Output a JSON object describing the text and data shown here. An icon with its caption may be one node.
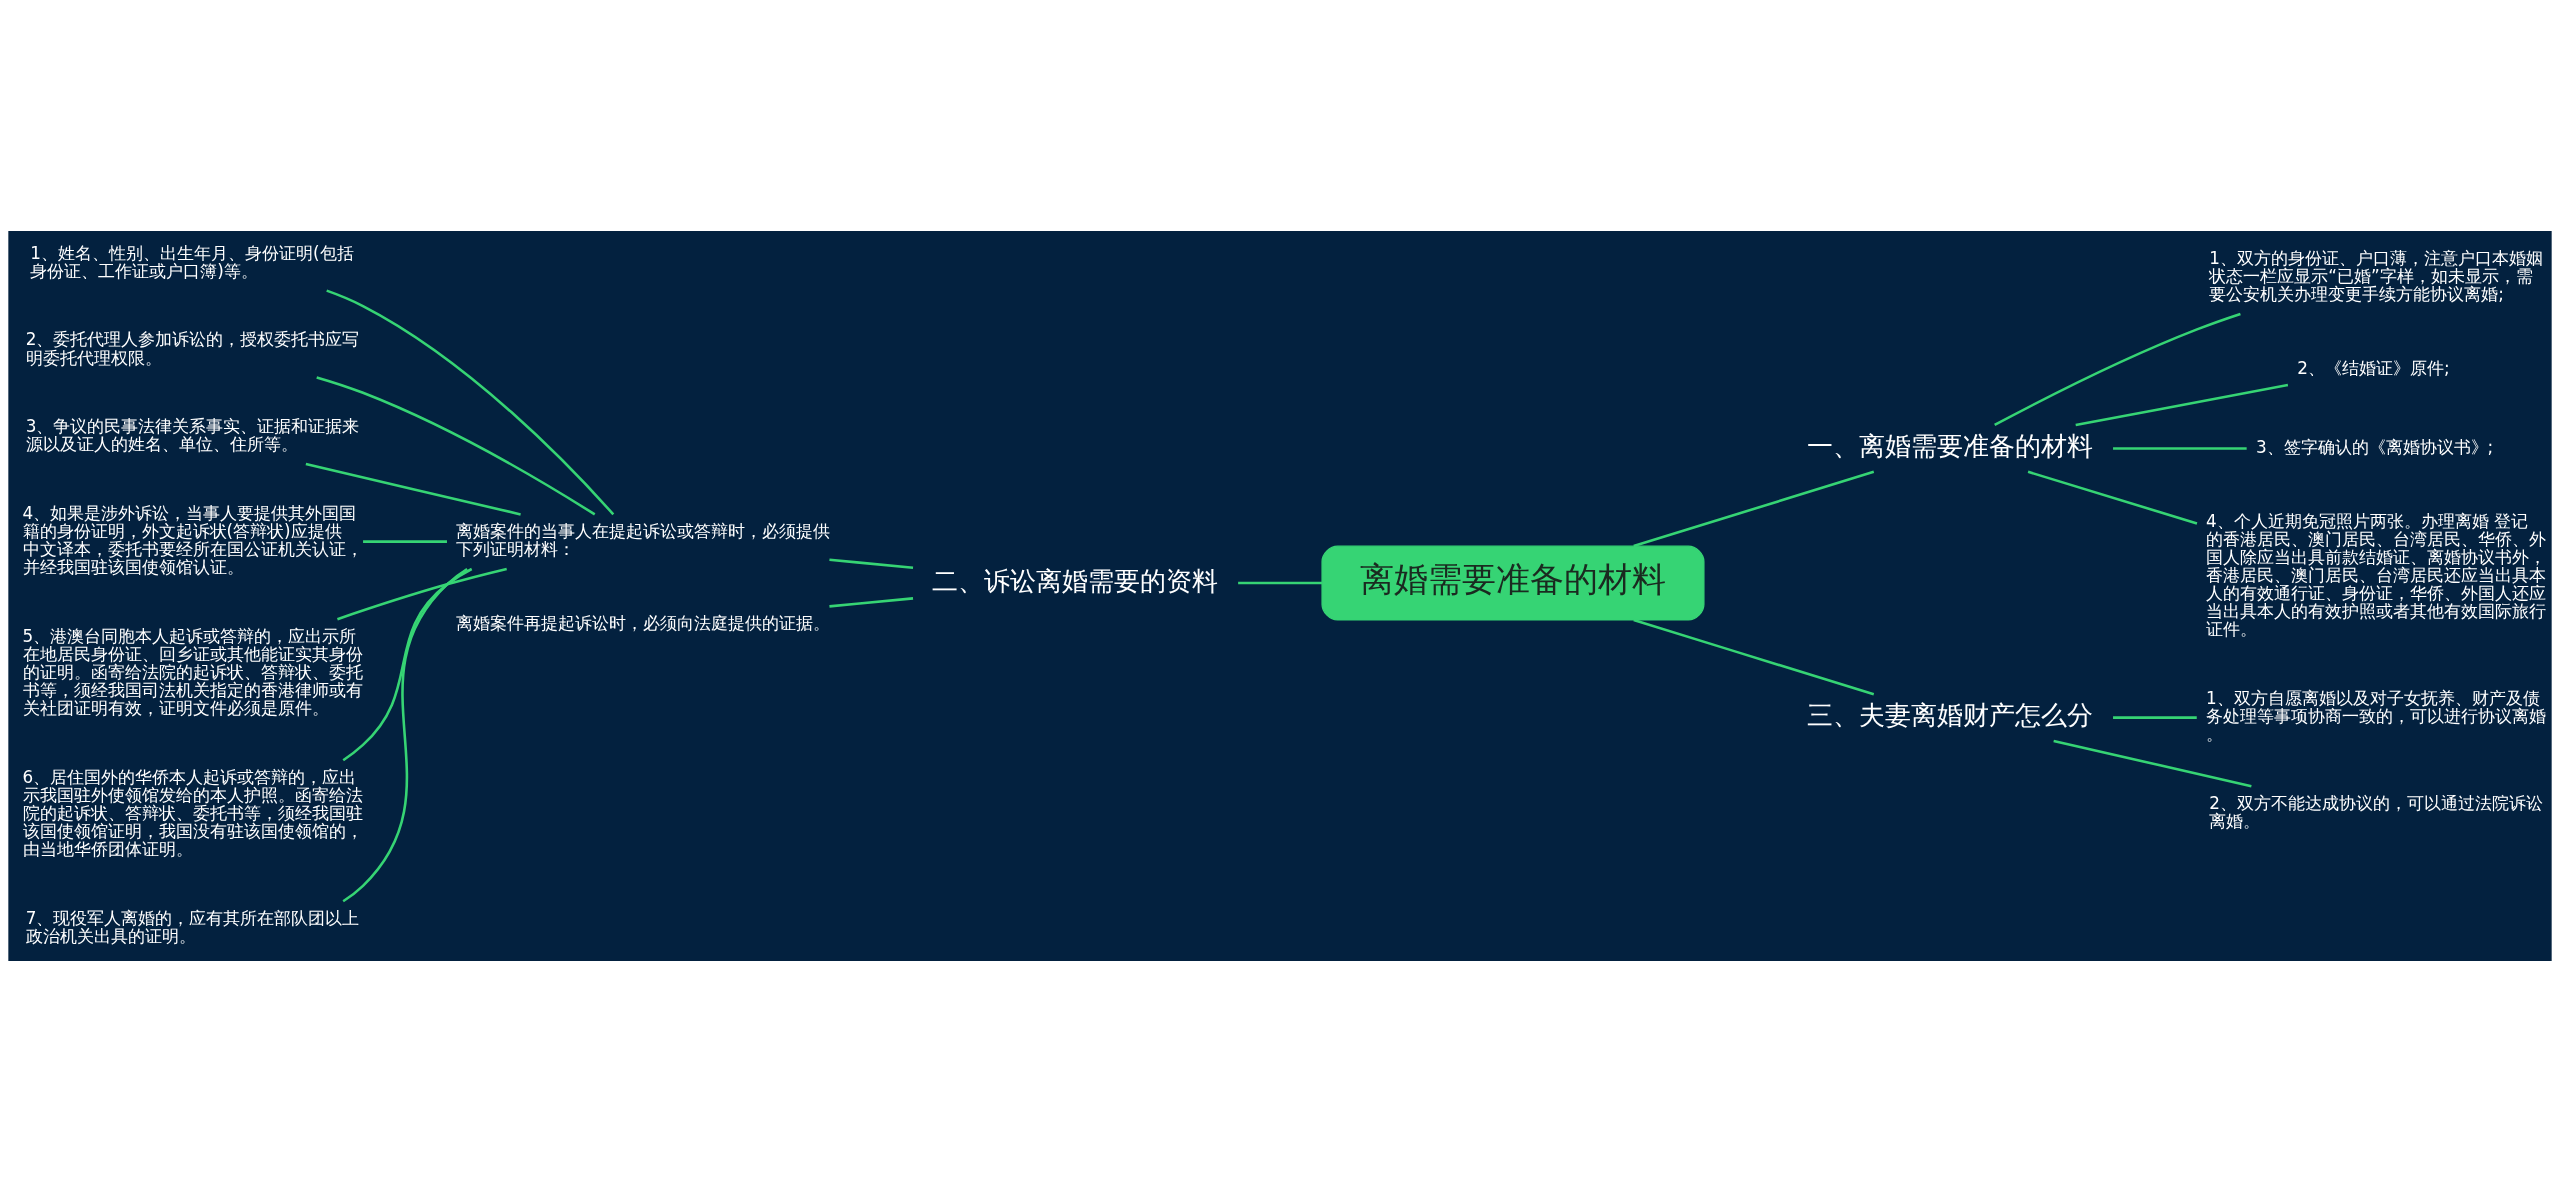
{
  "diagram": {
    "nodes": [
      {
        "text": [
          "离婚需要准备的材料"
        ]
      },
      {
        "text": [
          "一、离婚需要准备的材料"
        ]
      },
      {
        "text": [
          "1、双方的身份证、户口薄，注意户口本婚姻状态一栏应显示“已婚”字样，如未显示，需要公安机关办理变更手续方能协议离婚;"
        ]
      },
      {
        "text": [
          "2、《结婚证》原件;"
        ]
      },
      {
        "text": [
          "3、签字确认的《离婚协议书》;"
        ]
      },
      {
        "text": [
          "4、个人近期免冠照片两张。办理离婚 登记的香港居民、澳门居民、台湾居民、华侨、外国人除应当出具前款结婚证、离婚协议书外，香港居民、澳门居民、台湾居民还应当出具本人的有效通行证、身份证，华侨、外国人还应当出具本人的有效护照或者其他有效国际旅行证件。"
        ]
      },
      {
        "text": [
          "三、夫妻离婚财产怎么分"
        ]
      },
      {
        "text": [
          "1、双方自愿离婚以及对子女抚养、财产及债务处理等事项协商一致的，可以进行协议离婚。"
        ]
      },
      {
        "text": [
          "2、双方不能达成协议的，可以通过法院诉讼离婚。"
        ]
      },
      {
        "text": [
          "二、诉讼离婚需要的资料"
        ]
      },
      {
        "text": [
          "离婚案件的当事人在提起诉讼或答辩时，必须提供下列证明材料："
        ]
      },
      {
        "text": [
          "1、姓名、性别、出生年月、身份证明(包括身份证、工作证或户口簿)等。"
        ]
      },
      {
        "text": [
          "2、委托代理人参加诉讼的，授权委托书应写明委托代理权限。"
        ]
      },
      {
        "text": [
          "3、争议的民事法律关系事实、证据和证据来源以及证人的姓名、单位、住所等。"
        ]
      },
      {
        "text": [
          "4、如果是涉外诉讼，当事人要提供其外国国籍的身份证明，外文起诉状(答辩状)应提供中文译本，委托书要经所在国公证机关认证，并经我国驻该国使领馆认证。"
        ]
      },
      {
        "text": [
          "5、港澳台同胞本人起诉或答辩的，应出示所在地居民身份证、回乡证或其他能证实其身份的证明。函寄给法院的起诉状、答辩状、委托书等，须经我国司法机关指定的香港律师或有关社团证明有效，证明文件必须是原件。"
        ]
      },
      {
        "text": [
          "6、居住国外的华侨本人起诉或答辩的，应出示我国驻外使领馆发给的本人护照。函寄给法院的起诉状、答辩状、委托书等，须经我国驻该国使领馆证明，我国没有驻该国使领馆的，由当地华侨团体证明。"
        ]
      },
      {
        "text": [
          "7、现役军人离婚的，应有其所在部队团以上政治机关出具的证明。"
        ]
      },
      {
        "text": [
          "离婚案件再提起诉讼时，必须向法庭提供的证据。"
        ]
      }
    ],
    "edges": [
      {
        "from": 0,
        "to": 1,
        "arrow": "none"
      },
      {
        "from": 1,
        "to": 2,
        "arrow": "none"
      },
      {
        "from": 1,
        "to": 3,
        "arrow": "none"
      },
      {
        "from": 1,
        "to": 4,
        "arrow": "none"
      },
      {
        "from": 1,
        "to": 5,
        "arrow": "none"
      },
      {
        "from": 0,
        "to": 6,
        "arrow": "none"
      },
      {
        "from": 6,
        "to": 7,
        "arrow": "none"
      },
      {
        "from": 6,
        "to": 8,
        "arrow": "none"
      },
      {
        "from": 0,
        "to": 9,
        "arrow": "none"
      },
      {
        "from": 9,
        "to": 10,
        "arrow": "none"
      },
      {
        "from": 10,
        "to": 11,
        "arrow": "none"
      },
      {
        "from": 10,
        "to": 12,
        "arrow": "none"
      },
      {
        "from": 10,
        "to": 13,
        "arrow": "none"
      },
      {
        "from": 10,
        "to": 14,
        "arrow": "none"
      },
      {
        "from": 10,
        "to": 15,
        "arrow": "none"
      },
      {
        "from": 10,
        "to": 16,
        "arrow": "none"
      },
      {
        "from": 10,
        "to": 17,
        "arrow": "none"
      },
      {
        "from": 9,
        "to": 18,
        "arrow": "none"
      }
    ]
  }
}
